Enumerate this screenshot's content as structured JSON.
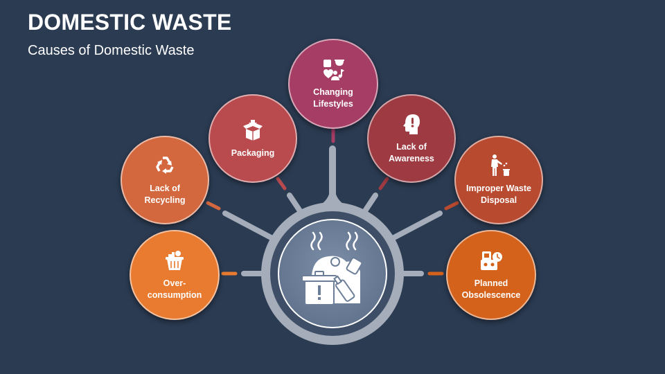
{
  "header": {
    "title": "DOMESTIC WASTE",
    "subtitle": "Causes of Domestic Waste"
  },
  "center": {
    "icon": "waste-pile-icon"
  },
  "nodes": [
    {
      "id": "over-consumption",
      "label": "Over-\nconsumption",
      "icon": "shopping-basket-icon",
      "color": "#e87b2f"
    },
    {
      "id": "lack-of-recycling",
      "label": "Lack of\nRecycling",
      "icon": "recycle-icon",
      "color": "#d3683f"
    },
    {
      "id": "packaging",
      "label": "Packaging",
      "icon": "package-box-icon",
      "color": "#b94b4e"
    },
    {
      "id": "changing-lifestyles",
      "label": "Changing\nLifestyles",
      "icon": "lifestyle-icon",
      "color": "#a63d64"
    },
    {
      "id": "lack-of-awareness",
      "label": "Lack of\nAwareness",
      "icon": "head-exclamation-icon",
      "color": "#9e3a42"
    },
    {
      "id": "improper-waste-disposal",
      "label": "Improper Waste\nDisposal",
      "icon": "person-littering-icon",
      "color": "#b84a2f"
    },
    {
      "id": "planned-obsolescence",
      "label": "Planned\nObsolescence",
      "icon": "device-clock-icon",
      "color": "#d4621a"
    }
  ]
}
